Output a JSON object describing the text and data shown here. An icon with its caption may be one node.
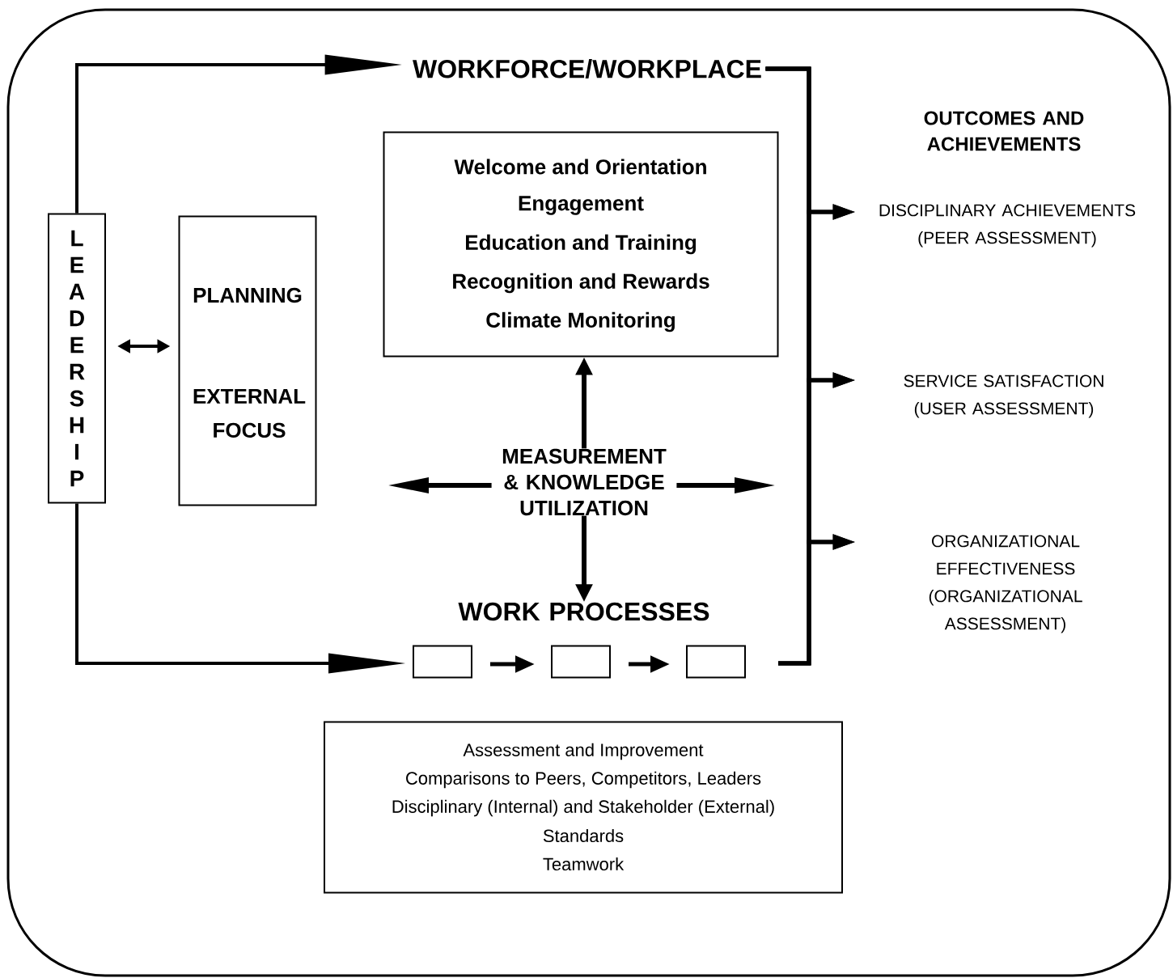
{
  "diagram": {
    "nodes": [
      {
        "text": [
          "LEADERSHIP"
        ]
      },
      {
        "text": [
          "PLANNING",
          "EXTERNAL FOCUS"
        ]
      },
      {
        "text": [
          "WORKFORCE/WORKPLACE"
        ]
      },
      {
        "text": [
          "Welcome and Orientation",
          "Engagement",
          "Education and Training",
          "Recognition and Rewards",
          "Climate Monitoring"
        ]
      },
      {
        "text": [
          "MEASUREMENT & KNOWLEDGE UTILIZATION"
        ]
      },
      {
        "text": [
          "WORK PROCESSES"
        ]
      },
      {
        "text": [],
        "shape": "box"
      },
      {
        "text": [],
        "shape": "box"
      },
      {
        "text": [],
        "shape": "box"
      },
      {
        "text": [
          "Assessment and Improvement",
          "Comparisons to Peers, Competitors, Leaders",
          "Disciplinary (Internal) and Stakeholder (External)",
          "Standards",
          "Teamwork"
        ]
      },
      {
        "text": [
          "DISCIPLINARY ACHIEVEMENTS (PEER ASSESSMENT)"
        ]
      },
      {
        "text": [
          "SERVICE SATISFACTION (USER ASSESSMENT)"
        ]
      },
      {
        "text": [
          "ORGANIZATIONAL EFFECTIVENESS (ORGANIZATIONAL ASSESSMENT)"
        ]
      }
    ],
    "edges": [
      {
        "from": 0,
        "to": 1,
        "arrow": "both"
      },
      {
        "from": 0,
        "to": 2,
        "arrow": "to"
      },
      {
        "from": 0,
        "to": 6,
        "arrow": "to"
      },
      {
        "from": 4,
        "to": 3,
        "arrow": "to"
      },
      {
        "from": 4,
        "to": null,
        "arrow": "to"
      },
      {
        "from": 4,
        "to": null,
        "arrow": "to"
      },
      {
        "from": 4,
        "to": 5,
        "arrow": "to"
      },
      {
        "from": 6,
        "to": 7,
        "arrow": "to"
      },
      {
        "from": 7,
        "to": 8,
        "arrow": "to"
      },
      {
        "from": 2,
        "to": 10,
        "arrow": "to"
      },
      {
        "from": 2,
        "to": 11,
        "arrow": "to"
      },
      {
        "from": 2,
        "to": 12,
        "arrow": "to"
      },
      {
        "from": 8,
        "to": 10,
        "arrow": "to"
      },
      {
        "from": 8,
        "to": 11,
        "arrow": "to"
      },
      {
        "from": 8,
        "to": 12,
        "arrow": "to"
      }
    ],
    "labels": [
      "OUTCOMES AND ACHIEVEMENTS"
    ]
  }
}
